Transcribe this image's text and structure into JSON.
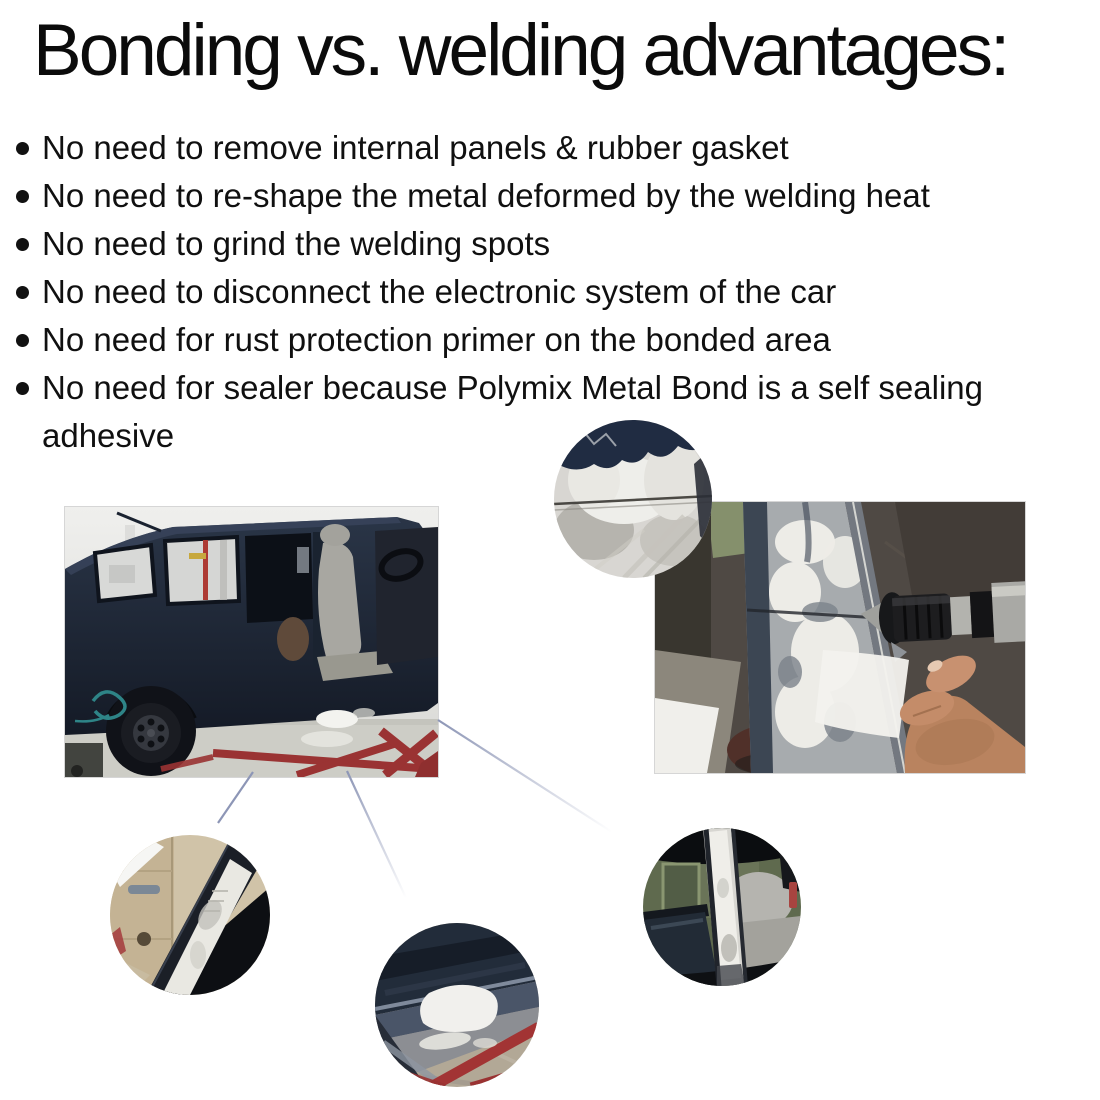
{
  "page": {
    "background": "#ffffff",
    "accent_line_color": "#8d96b6"
  },
  "title": {
    "text": "Bonding vs. welding advantages:",
    "color": "#0b0b0b"
  },
  "bullets": {
    "items": [
      "No need to remove internal panels & rubber gasket",
      "No need to re-shape the metal deformed by the welding heat",
      "No need to grind the welding spots",
      "No need to disconnect the electronic system of the car",
      "No need for rust protection primer on the bonded area",
      "No need for sealer because Polymix Metal Bond is a self sealing\nadhesive"
    ]
  },
  "figures": {
    "van_photo": {
      "name": "van-side-doors-removed-photo",
      "colors": {
        "body": "#232c3c",
        "lift_red": "#9a3333",
        "seat": "#a8a7a1",
        "wall": "#e9e9e6"
      }
    },
    "drill_photo": {
      "name": "grinding-pillar-with-drill-photo",
      "colors": {
        "carpet": "#4f4944",
        "filler_white": "#edece7",
        "skin": "#c08a67",
        "green_wall": "#85906c"
      }
    },
    "top_circle": {
      "name": "filler-closeup-circle",
      "colors": {
        "navy": "#202c42",
        "filler": "#eeeeea"
      }
    },
    "bottom_left_circle": {
      "name": "sill-filler-closeup-circle",
      "colors": {
        "cabinet_tan": "#d0c3a8",
        "filler": "#e9e8e2"
      }
    },
    "bottom_center_circle": {
      "name": "sill-patch-closeup-circle",
      "colors": {
        "navy": "#222c3a",
        "patch": "#f1f0ed",
        "lift_red": "#a23434"
      }
    },
    "bottom_right_circle": {
      "name": "pillar-filler-closeup-circle",
      "colors": {
        "olive_wall": "#5f6a4e",
        "filler": "#efeee9",
        "headrest": "#b5b4af"
      }
    }
  }
}
